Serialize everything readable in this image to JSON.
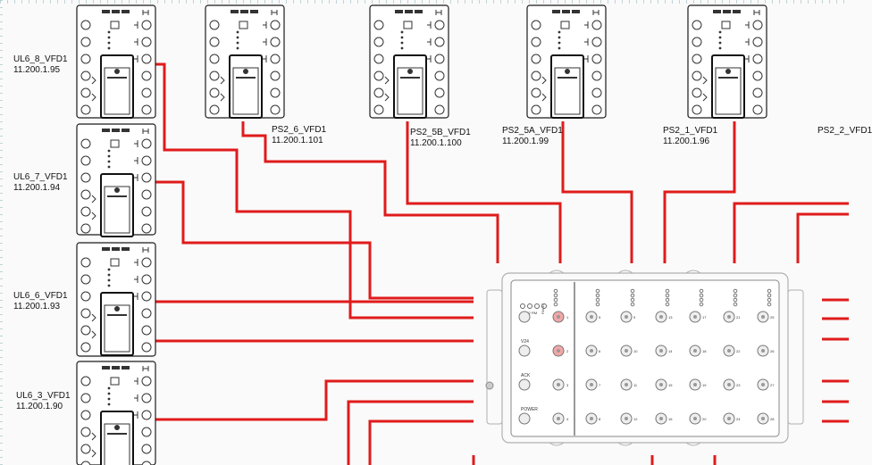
{
  "diagram": {
    "colors": {
      "background": "#fafafa",
      "wire": "#e01b1b",
      "device_outline": "#1a1a1a",
      "switch_outline": "#b0b0b0",
      "port_ring": "#777777",
      "port_highlight": "#f4a6a6"
    },
    "drives": [
      {
        "id": "ul6-8",
        "name": "UL6_8_VFD1",
        "ip": "11.200.1.95"
      },
      {
        "id": "ul6-7",
        "name": "UL6_7_VFD1",
        "ip": "11.200.1.94"
      },
      {
        "id": "ul6-6",
        "name": "UL6_6_VFD1",
        "ip": "11.200.1.93"
      },
      {
        "id": "ul6-3",
        "name": "UL6_3_VFD1",
        "ip": "11.200.1.90"
      },
      {
        "id": "ps2-6",
        "name": "PS2_6_VFD1",
        "ip": "11.200.1.101"
      },
      {
        "id": "ps2-5b",
        "name": "PS2_5B_VFD1",
        "ip": "11.200.1.100"
      },
      {
        "id": "ps2-5a",
        "name": "PS2_5A_VFD1",
        "ip": "11.200.1.99"
      },
      {
        "id": "ps2-1",
        "name": "PS2_1_VFD1",
        "ip": "11.200.1.96"
      },
      {
        "id": "ps2-2",
        "name": "PS2_2_VFD1",
        "ip": ""
      }
    ],
    "switch": {
      "status_leds": [
        "P1",
        "P2",
        "RM",
        "FAULT"
      ],
      "port_labels": [
        "V24",
        "ACK",
        "POWER"
      ],
      "port_numbers": [
        "1",
        "2",
        "3",
        "4",
        "5",
        "6",
        "7",
        "8",
        "9",
        "10",
        "11",
        "12",
        "13",
        "14",
        "15",
        "16",
        "17",
        "18",
        "19",
        "20",
        "21",
        "22",
        "23",
        "24",
        "25",
        "26",
        "27",
        "28"
      ]
    }
  }
}
